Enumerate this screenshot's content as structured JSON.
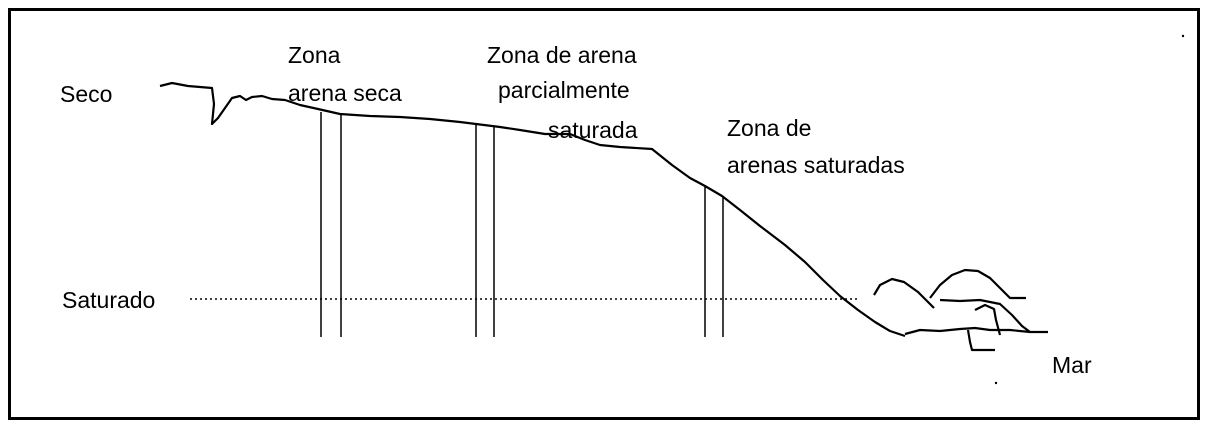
{
  "labels": {
    "seco": "Seco",
    "saturado": "Saturado",
    "mar": "Mar",
    "zona_seca_line1": "Zona",
    "zona_seca_line2": "arena seca",
    "zona_parcial_line1": "Zona de arena",
    "zona_parcial_line2": "parcialmente",
    "zona_parcial_line3": "saturada",
    "zona_saturada_line1": "Zona de",
    "zona_saturada_line2": "arenas saturadas"
  }
}
